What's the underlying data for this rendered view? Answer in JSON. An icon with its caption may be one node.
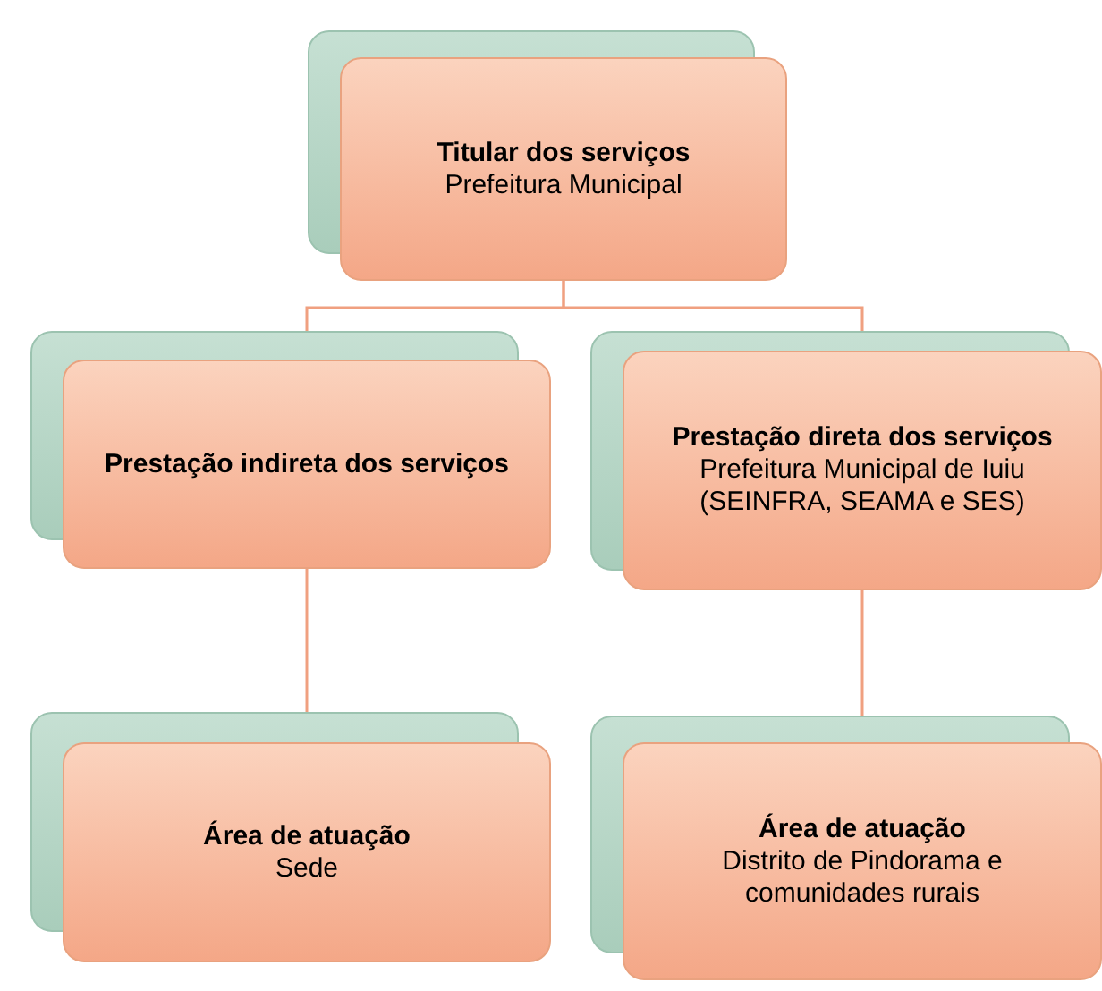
{
  "diagram": {
    "nodes": [
      {
        "text": [
          "Titular dos serviços",
          "Prefeitura Municipal"
        ]
      },
      {
        "text": [
          "Prestação indireta dos serviços"
        ]
      },
      {
        "text": [
          "Prestação direta dos serviços",
          "Prefeitura Municipal de Iuiu (SEINFRA, SEAMA e SES)"
        ]
      },
      {
        "text": [
          "Área de atuação",
          "Sede"
        ]
      },
      {
        "text": [
          "Área de atuação",
          "Distrito de Pindorama e comunidades rurais"
        ]
      }
    ],
    "edges": [
      {
        "from": 0,
        "to": 1,
        "arrow": "none"
      },
      {
        "from": 0,
        "to": 2,
        "arrow": "none"
      },
      {
        "from": 1,
        "to": 3,
        "arrow": "none"
      },
      {
        "from": 2,
        "to": 4,
        "arrow": "none"
      }
    ]
  }
}
